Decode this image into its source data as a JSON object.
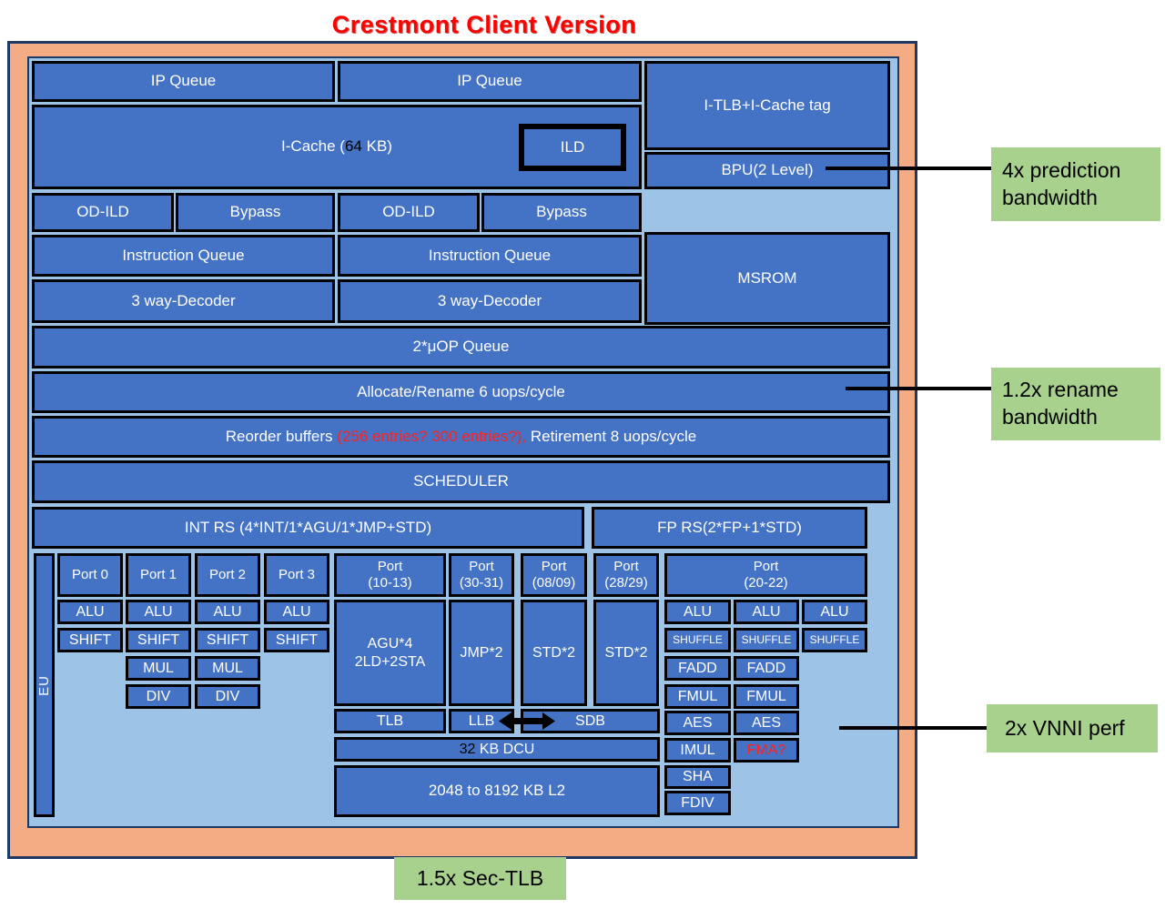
{
  "title": "Crestmont Client Version",
  "colors": {
    "block_blue": "#4472C4",
    "panel_blue": "#9DC3E6",
    "frame_orange": "#F4AC84",
    "frame_border": "#1F3864",
    "annotation_green": "#A9D18E",
    "highlight_red": "#FF2020",
    "block_border": "#000000",
    "text_white": "#FFFFFF"
  },
  "front": {
    "ip_queue_left": "IP Queue",
    "ip_queue_right": "IP Queue",
    "icache_prefix": "I-Cache (",
    "icache_size": "64",
    "icache_suffix": " KB)",
    "ild": "ILD",
    "itlb_tag": "I-TLB+I-Cache tag",
    "bpu": "BPU(2 Level)",
    "od_ild_left": "OD-ILD",
    "bypass_left": "Bypass",
    "od_ild_right": "OD-ILD",
    "bypass_right": "Bypass",
    "iq_left": "Instruction Queue",
    "iq_right": "Instruction Queue",
    "decoder_left": "3 way-Decoder",
    "decoder_right": "3 way-Decoder",
    "msrom": "MSROM",
    "uop_queue": "2*μOP Queue"
  },
  "core": {
    "allocate": "Allocate/Rename 6 uops/cycle",
    "rob_prefix": "Reorder buffers ",
    "rob_highlight": "(256 entries? 300 entries?),",
    "rob_suffix": " Retirement 8 uops/cycle",
    "scheduler": "SCHEDULER",
    "int_rs": "INT RS (4*INT/1*AGU/1*JMP+STD)",
    "fp_rs": "FP RS(2*FP+1*STD)",
    "eu": "EU"
  },
  "ports": {
    "p0": "Port 0",
    "p1": "Port 1",
    "p2": "Port 2",
    "p3": "Port 3",
    "p10_13": "Port\n(10-13)",
    "p30_31": "Port\n(30-31)",
    "p08_09": "Port\n(08/09)",
    "p28_29": "Port\n(28/29)",
    "p20_22": "Port\n(20-22)"
  },
  "units": {
    "port0": [
      "ALU",
      "SHIFT"
    ],
    "port1": [
      "ALU",
      "SHIFT",
      "MUL",
      "DIV"
    ],
    "port2": [
      "ALU",
      "SHIFT",
      "MUL",
      "DIV"
    ],
    "port3": [
      "ALU",
      "SHIFT"
    ],
    "agu": "AGU*4\n2LD+2STA",
    "jmp": "JMP*2",
    "std_left": "STD*2",
    "std_right": "STD*2",
    "fp_col1": [
      "ALU",
      "SHUFFLE",
      "FADD",
      "FMUL",
      "AES",
      "IMUL",
      "SHA",
      "FDIV"
    ],
    "fp_col2": [
      "ALU",
      "SHUFFLE",
      "FADD",
      "FMUL",
      "AES",
      "FMA?"
    ],
    "fp_col3": [
      "ALU",
      "SHUFFLE"
    ]
  },
  "memory": {
    "tlb": "TLB",
    "llb": "LLB",
    "sdb": "SDB",
    "dcu_size": "32",
    "dcu_suffix": " KB DCU",
    "l2": "2048 to 8192 KB L2"
  },
  "annotations": {
    "prediction": "4x prediction\nbandwidth",
    "rename": "1.2x rename\nbandwidth",
    "vnni": "2x VNNI perf",
    "sec_tlb": "1.5x Sec-TLB"
  }
}
